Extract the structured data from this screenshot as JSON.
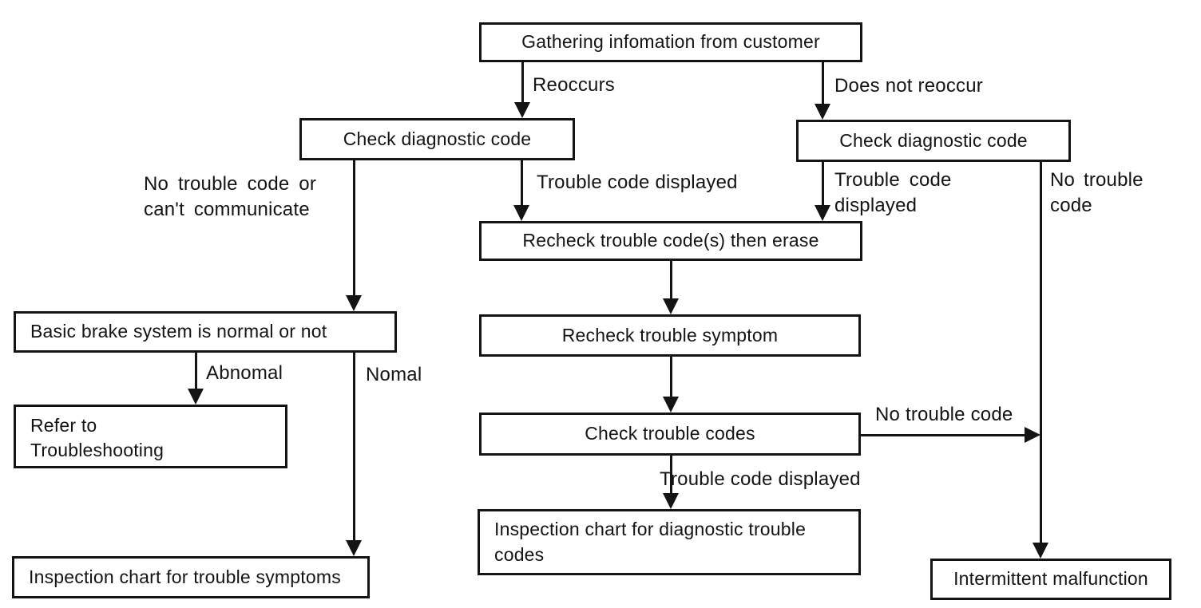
{
  "diagram": {
    "nodes": {
      "gathering": "Gathering infomation from customer",
      "check_diag_left": "Check diagnostic code",
      "check_diag_right": "Check diagnostic code",
      "recheck_erase": "Recheck trouble code(s) then erase",
      "recheck_symptom": "Recheck trouble symptom",
      "check_codes": "Check trouble codes",
      "inspection_dtc": "Inspection chart for diagnostic trouble codes",
      "basic_brake": "Basic brake system is normal or not",
      "refer_troubleshooting": "Refer to Troubleshooting",
      "inspection_symptoms": "Inspection chart for trouble symptoms",
      "intermittent": "Intermittent malfunction"
    },
    "edge_labels": {
      "reoccurs": "Reoccurs",
      "does_not_reoccur": "Does not reoccur",
      "no_trouble_or_cant": "No trouble code or can't communicate",
      "trouble_displayed_mid": "Trouble code displayed",
      "trouble_displayed_right": "Trouble code displayed",
      "no_trouble_right": "No trouble code",
      "abnomal": "Abnomal",
      "nomal": "Nomal",
      "no_trouble_center": "No trouble code",
      "trouble_displayed_bottom": "Trouble code displayed"
    }
  },
  "colors": {
    "ink": "#141414",
    "paper": "#ffffff"
  }
}
